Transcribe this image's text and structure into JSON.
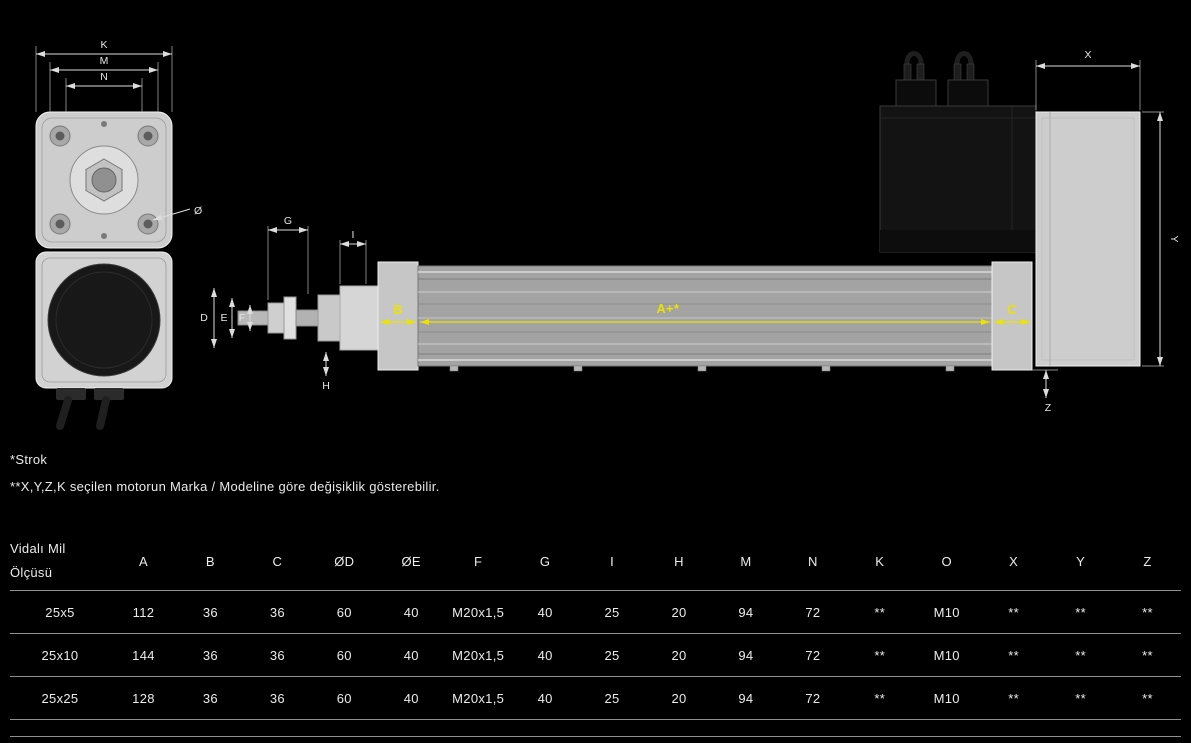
{
  "drawing": {
    "labels": {
      "K": "K",
      "M": "M",
      "N": "N",
      "diameter": "Ø",
      "G": "G",
      "I": "I",
      "D": "D",
      "E": "E",
      "F": "F",
      "H": "H",
      "B": "B",
      "A": "A+*",
      "C": "C",
      "X": "X",
      "Y": "Y",
      "Z": "Z"
    },
    "colors": {
      "highlight": "#ece300",
      "line": "#dcdcdc",
      "background": "#000000"
    }
  },
  "notes": {
    "note1": "*Strok",
    "note2": "**X,Y,Z,K seçilen motorun Marka / Modeline göre değişiklik gösterebilir."
  },
  "table": {
    "title_line1": "Vidalı Mil",
    "title_line2": "Ölçüsü",
    "columns": [
      "A",
      "B",
      "C",
      "ØD",
      "ØE",
      "F",
      "G",
      "I",
      "H",
      "M",
      "N",
      "K",
      "O",
      "X",
      "Y",
      "Z"
    ],
    "rows": [
      {
        "label": "25x5",
        "values": [
          "112",
          "36",
          "36",
          "60",
          "40",
          "M20x1,5",
          "40",
          "25",
          "20",
          "94",
          "72",
          "**",
          "M10",
          "**",
          "**",
          "**"
        ]
      },
      {
        "label": "25x10",
        "values": [
          "144",
          "36",
          "36",
          "60",
          "40",
          "M20x1,5",
          "40",
          "25",
          "20",
          "94",
          "72",
          "**",
          "M10",
          "**",
          "**",
          "**"
        ]
      },
      {
        "label": "25x25",
        "values": [
          "128",
          "36",
          "36",
          "60",
          "40",
          "M20x1,5",
          "40",
          "25",
          "20",
          "94",
          "72",
          "**",
          "M10",
          "**",
          "**",
          "**"
        ]
      }
    ]
  }
}
